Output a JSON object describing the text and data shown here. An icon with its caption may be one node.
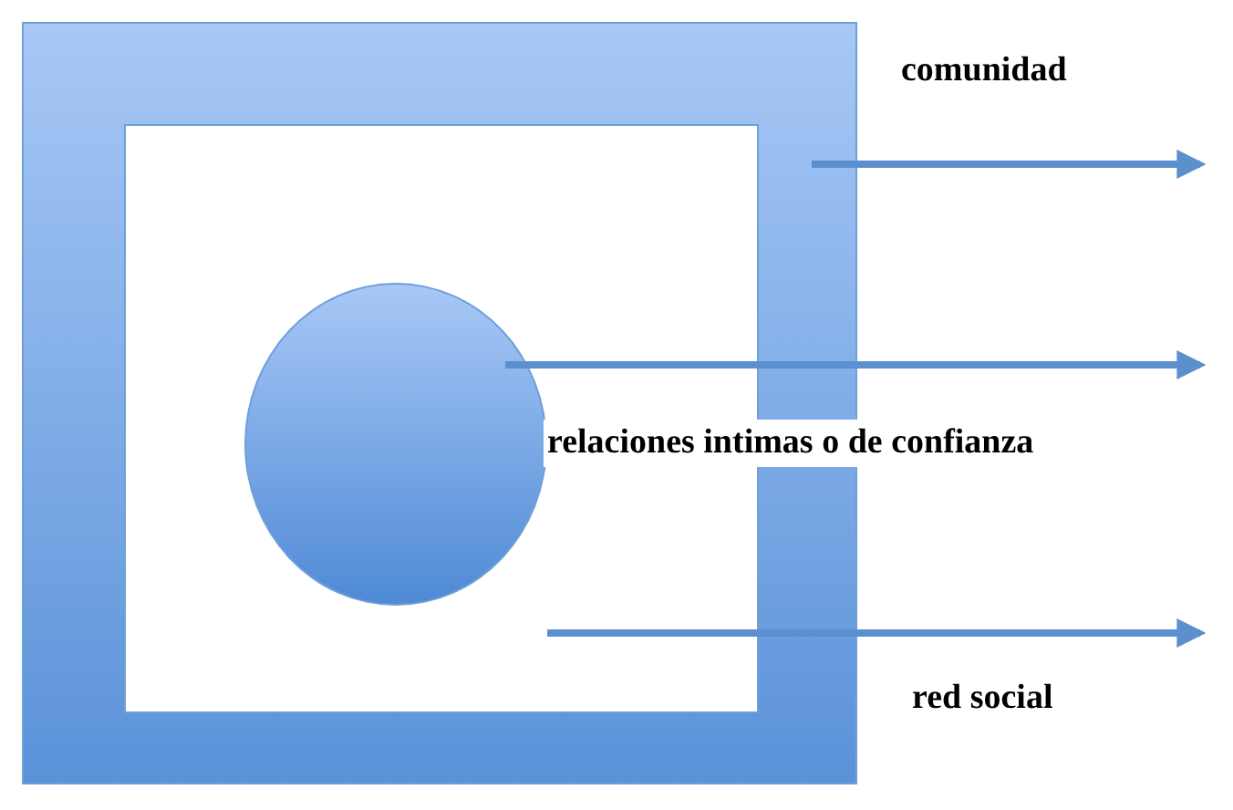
{
  "diagram": {
    "nodes": [
      {
        "text": [],
        "shape": "box",
        "beside": [
          "comunidad"
        ]
      },
      {
        "text": [],
        "shape": "box",
        "in": 0
      },
      {
        "text": [],
        "shape": "circle",
        "in": 1,
        "beside": [
          "relaciones intimas o de confianza"
        ]
      }
    ],
    "edges": [
      {
        "from": 0,
        "to": null,
        "arrow": "to"
      },
      {
        "from": 2,
        "to": null,
        "arrow": "to"
      },
      {
        "from": 1,
        "to": null,
        "arrow": "to"
      }
    ],
    "labels": [
      "red social"
    ]
  }
}
